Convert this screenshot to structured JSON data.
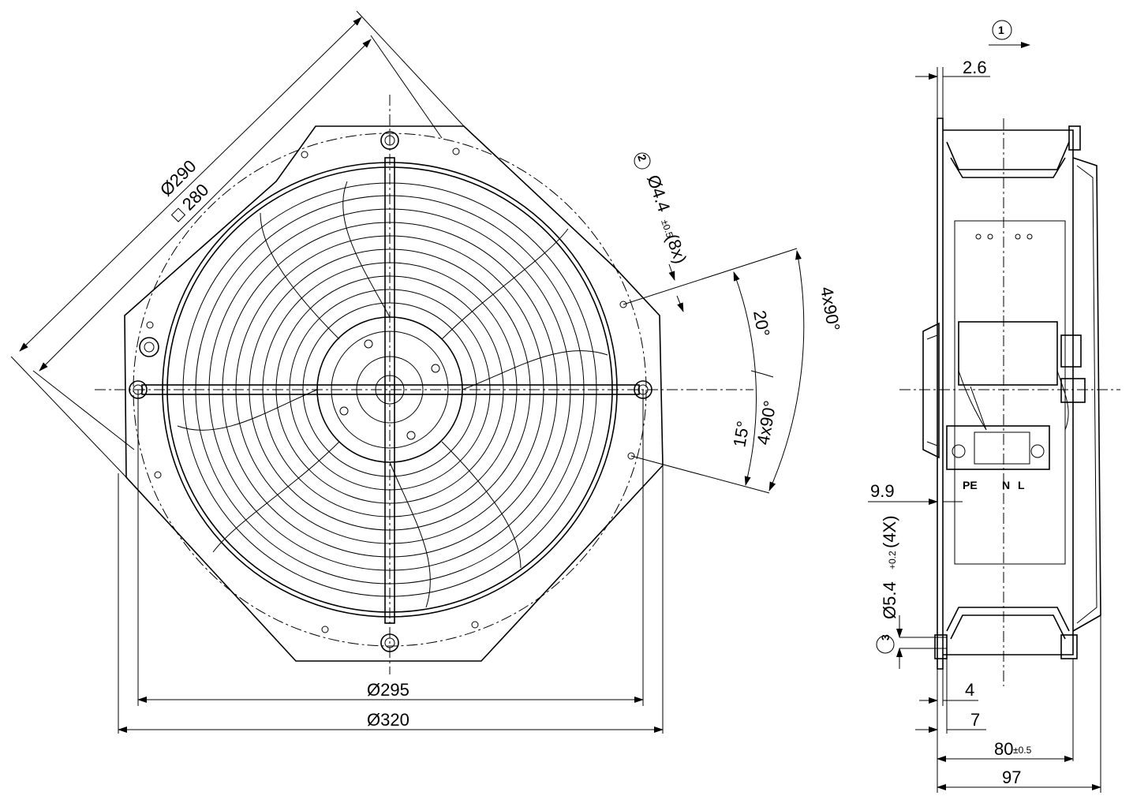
{
  "front_view": {
    "dia_outer": "Ø320",
    "dia_inner": "Ø295",
    "dia_diag": "Ø290",
    "square": "280",
    "hole_note": "Ø4.4",
    "hole_tol": "±0.5",
    "hole_count": "(8x)",
    "angle_20": "20°",
    "angle_4x90_outer": "4x90°",
    "angle_15": "15°",
    "angle_4x90_inner": "4x90°",
    "marker_2": "2"
  },
  "side_view": {
    "marker_1": "1",
    "dim_2_6": "2.6",
    "dim_9_9": "9.9",
    "dim_slot": "Ø5.4",
    "slot_tol": "+0.2",
    "slot_count": "(4X)",
    "marker_3": "3",
    "dim_4": "4",
    "dim_7": "7",
    "dim_80": "80",
    "dim_80_tol": "±0.5",
    "dim_97": "97",
    "terminal_pe": "PE",
    "terminal_n": "N",
    "terminal_l": "L"
  }
}
